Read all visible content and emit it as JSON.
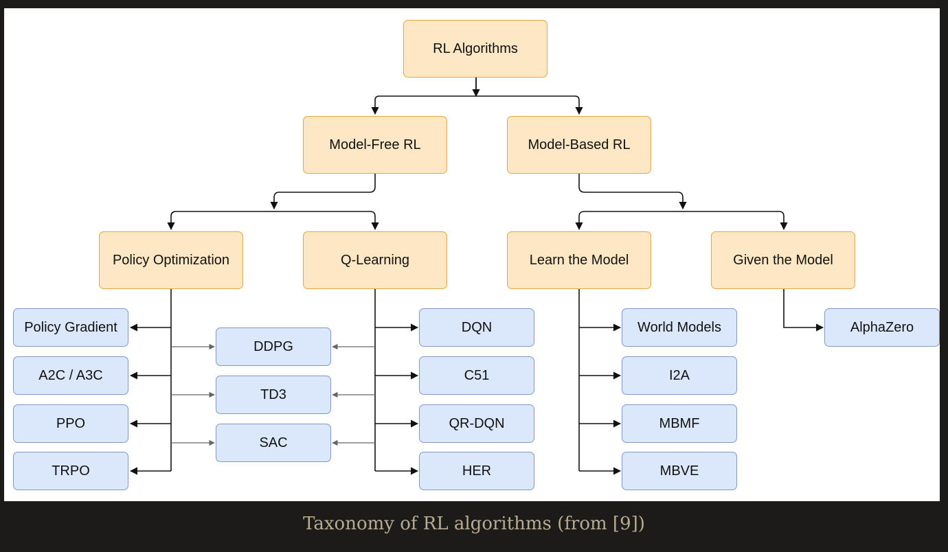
{
  "diagram": {
    "nodes": {
      "rl": "RL Algorithms",
      "model_free": "Model-Free RL",
      "model_based": "Model-Based RL",
      "policy_opt": "Policy Optimization",
      "q_learning": "Q-Learning",
      "learn_model": "Learn the Model",
      "given_model": "Given the Model",
      "policy_gradient": "Policy Gradient",
      "a2c": "A2C / A3C",
      "ppo": "PPO",
      "trpo": "TRPO",
      "ddpg": "DDPG",
      "td3": "TD3",
      "sac": "SAC",
      "dqn": "DQN",
      "c51": "C51",
      "qrdqn": "QR-DQN",
      "her": "HER",
      "world_models": "World Models",
      "i2a": "I2A",
      "mbmf": "MBMF",
      "mbve": "MBVE",
      "alphazero": "AlphaZero"
    },
    "colors": {
      "category_fill": "#fde7c4",
      "category_border": "#e0a83d",
      "algorithm_fill": "#dbe7fb",
      "algorithm_border": "#7d9ac6",
      "edge": "#111111"
    },
    "edges": [
      [
        "rl",
        "model_free"
      ],
      [
        "rl",
        "model_based"
      ],
      [
        "model_free",
        "policy_opt"
      ],
      [
        "model_free",
        "q_learning"
      ],
      [
        "model_based",
        "learn_model"
      ],
      [
        "model_based",
        "given_model"
      ],
      [
        "policy_opt",
        "policy_gradient"
      ],
      [
        "policy_opt",
        "a2c"
      ],
      [
        "policy_opt",
        "ppo"
      ],
      [
        "policy_opt",
        "trpo"
      ],
      [
        "policy_opt",
        "ddpg"
      ],
      [
        "policy_opt",
        "td3"
      ],
      [
        "policy_opt",
        "sac"
      ],
      [
        "q_learning",
        "ddpg"
      ],
      [
        "q_learning",
        "td3"
      ],
      [
        "q_learning",
        "sac"
      ],
      [
        "q_learning",
        "dqn"
      ],
      [
        "q_learning",
        "c51"
      ],
      [
        "q_learning",
        "qrdqn"
      ],
      [
        "q_learning",
        "her"
      ],
      [
        "learn_model",
        "world_models"
      ],
      [
        "learn_model",
        "i2a"
      ],
      [
        "learn_model",
        "mbmf"
      ],
      [
        "learn_model",
        "mbve"
      ],
      [
        "given_model",
        "alphazero"
      ]
    ]
  },
  "caption": "Taxonomy of RL algorithms (from [9])"
}
